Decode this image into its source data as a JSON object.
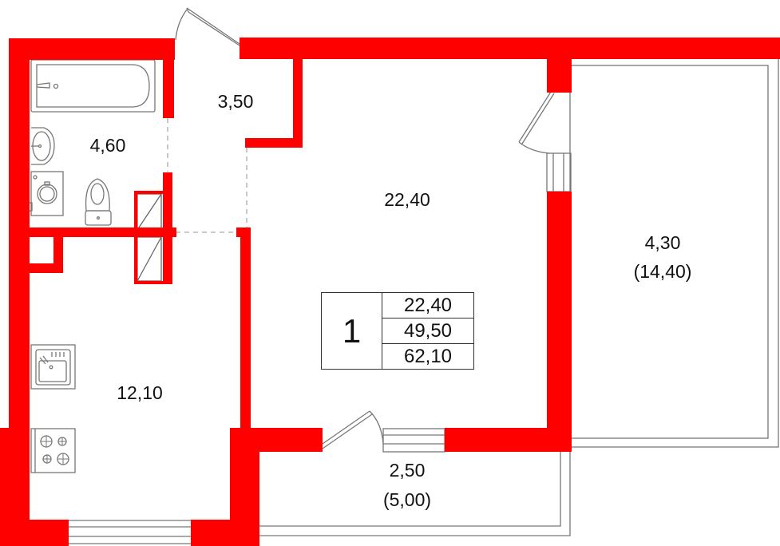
{
  "plan": {
    "colors": {
      "wall": "#ff0000",
      "line": "#777777",
      "text": "#111111"
    },
    "rooms": [
      {
        "id": "bathroom",
        "area": "4,60"
      },
      {
        "id": "hallway",
        "area": "3,50"
      },
      {
        "id": "living-room",
        "area": "22,40"
      },
      {
        "id": "kitchen",
        "area": "12,10"
      },
      {
        "id": "loggia-east",
        "area": "4,30",
        "full_area": "(14,40)"
      },
      {
        "id": "loggia-south",
        "area": "2,50",
        "full_area": "(5,00)"
      }
    ],
    "summary": {
      "rooms_count": "1",
      "living_area": "22,40",
      "total_area": "49,50",
      "total_with_loggias": "62,10"
    },
    "fixtures": [
      "bathtub-icon",
      "washbasin-icon",
      "washing-machine-icon",
      "toilet-icon",
      "ventilation-shaft-icon",
      "kitchen-sink-icon",
      "stove-icon"
    ]
  }
}
